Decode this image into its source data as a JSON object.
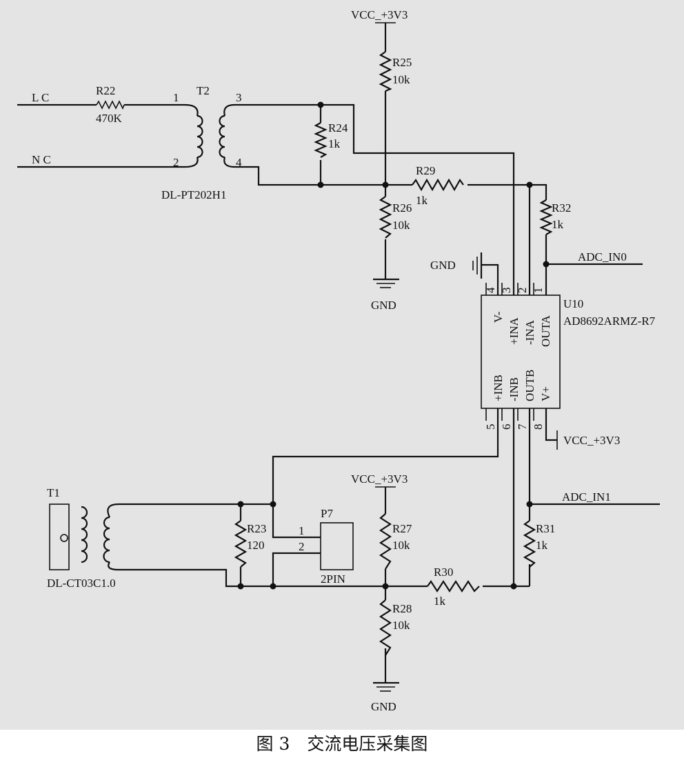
{
  "caption": {
    "figure_no": "图 3",
    "title": "交流电压采集图"
  },
  "nets": {
    "vcc": "VCC_+3V3",
    "gnd": "GND",
    "adc_in0": "ADC_IN0",
    "adc_in1": "ADC_IN1",
    "lc": "L C",
    "nc": "N C"
  },
  "components": {
    "r22": {
      "ref": "R22",
      "value": "470K"
    },
    "r23": {
      "ref": "R23",
      "value": "120"
    },
    "r24": {
      "ref": "R24",
      "value": "1k"
    },
    "r25": {
      "ref": "R25",
      "value": "10k"
    },
    "r26": {
      "ref": "R26",
      "value": "10k"
    },
    "r27": {
      "ref": "R27",
      "value": "10k"
    },
    "r28": {
      "ref": "R28",
      "value": "10k"
    },
    "r29": {
      "ref": "R29",
      "value": "1k"
    },
    "r30": {
      "ref": "R30",
      "value": "1k"
    },
    "r31": {
      "ref": "R31",
      "value": "1k"
    },
    "r32": {
      "ref": "R32",
      "value": "1k"
    },
    "t1": {
      "ref": "T1",
      "part": "DL-CT03C1.0"
    },
    "t2": {
      "ref": "T2",
      "part": "DL-PT202H1",
      "pins": [
        "1",
        "2",
        "3",
        "4"
      ]
    },
    "p7": {
      "ref": "P7",
      "part": "2PIN",
      "pins": [
        "1",
        "2"
      ]
    },
    "u10": {
      "ref": "U10",
      "part": "AD8692ARMZ-R7",
      "pin_numbers": [
        "4",
        "3",
        "2",
        "1",
        "5",
        "6",
        "7",
        "8"
      ],
      "top_pin_names": [
        "V-",
        "+INA",
        "-INA",
        "OUTA"
      ],
      "bottom_pin_names": [
        "+INB",
        "-INB",
        "OUTB",
        "V+"
      ]
    }
  }
}
